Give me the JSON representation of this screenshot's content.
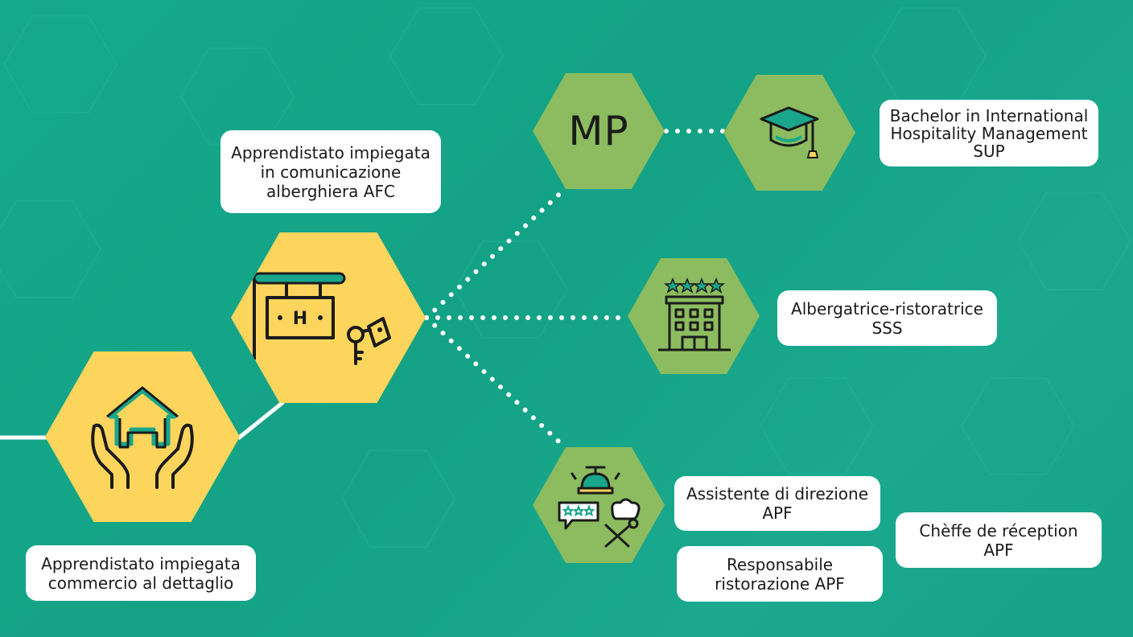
{
  "colors": {
    "background": "#16a588",
    "hex_yellow": "#fdd55c",
    "hex_green": "#8cbc5f",
    "icon_stroke": "#1b1b1b",
    "icon_accent": "#19a68a",
    "label_bg": "#ffffff"
  },
  "nodes": {
    "retail": {
      "icon": "hands-house-icon"
    },
    "hotel_comm": {
      "icon": "hotel-sign-key-icon"
    },
    "mp": {
      "text": "MP"
    },
    "bachelor": {
      "icon": "graduation-cap-icon"
    },
    "sss": {
      "icon": "hotel-building-icon"
    },
    "apf": {
      "icon": "reception-bell-chef-icon"
    }
  },
  "labels": {
    "retail": {
      "line1": "Apprendistato impiegata",
      "line2": "commercio al dettaglio"
    },
    "hotel_comm": {
      "line1": "Apprendistato impiegata",
      "line2": "in comunicazione",
      "line3": "alberghiera AFC"
    },
    "bachelor": {
      "line1": "Bachelor in International",
      "line2": "Hospitality Management",
      "line3": "SUP"
    },
    "sss": {
      "line1": "Albergatrice-ristoratrice",
      "line2": "SSS"
    },
    "assistente": {
      "line1": "Assistente di direzione",
      "line2": "APF"
    },
    "responsabile": {
      "line1": "Responsabile",
      "line2": "ristorazione APF"
    },
    "cheffe": {
      "line1": "Chèffe de réception",
      "line2": "APF"
    }
  }
}
